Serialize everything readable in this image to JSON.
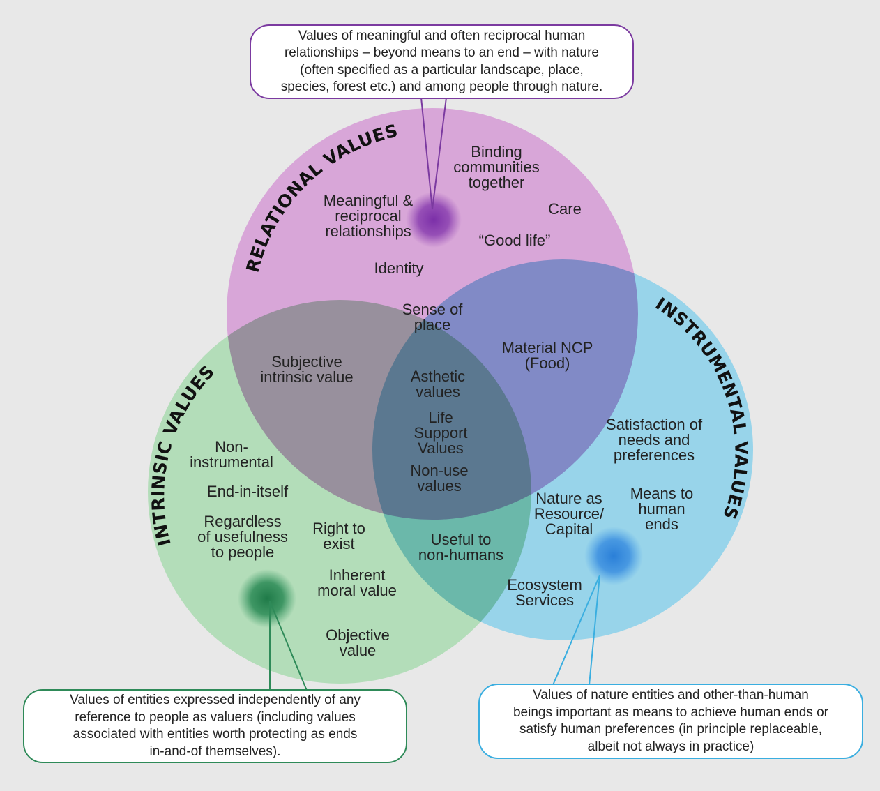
{
  "colors": {
    "relational": "#d49fd4",
    "intrinsic": "#a8d8b0",
    "instrumental": "#8fd0e8",
    "relational_accent": "#7b3aa0",
    "intrinsic_accent": "#2e8a58",
    "instrumental_accent": "#3aaee0",
    "background": "#e8e8e8"
  },
  "titles": {
    "relational": "RELATIONAL VALUES",
    "intrinsic": "INTRINSIC VALUES",
    "instrumental": "INSTRUMENTAL VALUES"
  },
  "callouts": {
    "relational": "Values of meaningful and often reciprocal human\nrelationships – beyond means to an end – with nature\n(often specified as a particular landscape, place,\nspecies, forest etc.) and among people through nature.",
    "intrinsic": "Values of entities expressed independently of any\nreference to people as valuers (including  values\nassociated with entities worth protecting as ends\nin-and-of themselves).",
    "instrumental": "Values of nature entities and other-than-human\nbeings important as means to achieve human ends or\nsatisfy human preferences (in principle replaceable,\nalbeit not always in practice)"
  },
  "labels": {
    "binding": "Binding\ncommunities\ntogether",
    "care": "Care",
    "good_life": "“Good life”",
    "meaningful": "Meaningful &\nreciprocal\nrelationships",
    "identity": "Identity",
    "sense_of_place": "Sense of\nplace",
    "material_ncp": "Material NCP\n(Food)",
    "subjective": "Subjective\nintrinsic value",
    "asthetic": "Asthetic\nvalues",
    "life_support": "Life\nSupport\nValues",
    "non_use": "Non-use\nvalues",
    "satisfaction": "Satisfaction of\nneeds and\npreferences",
    "non_instrumental": "Non-\ninstrumental",
    "end_in_itself": "End-in-itself",
    "means": "Means to\nhuman\nends",
    "nature_resource": "Nature as\nResource/\nCapital",
    "regardless": "Regardless\nof usefulness\nto people",
    "right_to_exist": "Right to\nexist",
    "useful_nonhumans": "Useful to\nnon-humans",
    "inherent": "Inherent\nmoral value",
    "ecosystem": "Ecosystem\nServices",
    "objective": "Objective\nvalue"
  }
}
